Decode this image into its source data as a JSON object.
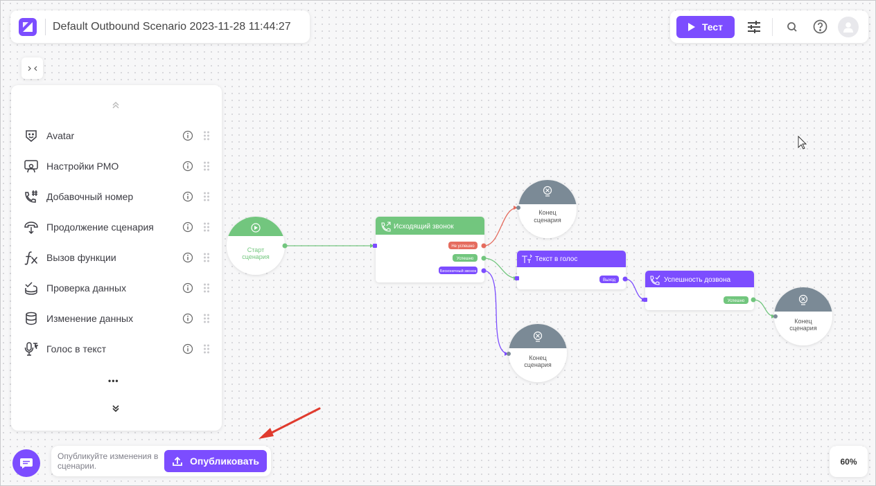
{
  "header": {
    "title": "Default Outbound Scenario 2023-11-28 11:44:27",
    "test_label": "Тест"
  },
  "palette": {
    "items": [
      {
        "label": "Avatar",
        "icon": "avatar-icon"
      },
      {
        "label": "Настройки РМО",
        "icon": "workstation-settings-icon"
      },
      {
        "label": "Добавочный номер",
        "icon": "extension-number-icon"
      },
      {
        "label": "Продолжение сценария",
        "icon": "scenario-continue-icon"
      },
      {
        "label": "Вызов функции",
        "icon": "function-icon"
      },
      {
        "label": "Проверка данных",
        "icon": "data-check-icon"
      },
      {
        "label": "Изменение данных",
        "icon": "data-change-icon"
      },
      {
        "label": "Голос в текст",
        "icon": "speech-to-text-icon"
      }
    ],
    "more": "•••"
  },
  "publish": {
    "message": "Опубликуйте изменения в сценарии.",
    "button_label": "Опубликовать"
  },
  "zoom": {
    "level": "60%"
  },
  "flow": {
    "start": {
      "line1": "Старт",
      "line2": "сценария"
    },
    "outgoing_call": {
      "title": "Исходящий звонок",
      "outputs": [
        "Не успешно",
        "Успешно",
        "Бесконечный звонок"
      ]
    },
    "tts": {
      "title": "Текст в голос",
      "outputs": [
        "Выход"
      ]
    },
    "call_success": {
      "title": "Успешность дозвона",
      "outputs": [
        "Успешно"
      ]
    },
    "end_label": {
      "line1": "Конец",
      "line2": "сценария"
    }
  },
  "colors": {
    "accent": "#7c4dff",
    "success": "#72c67e",
    "error": "#e56c5e",
    "end_node": "#7b8a96"
  }
}
